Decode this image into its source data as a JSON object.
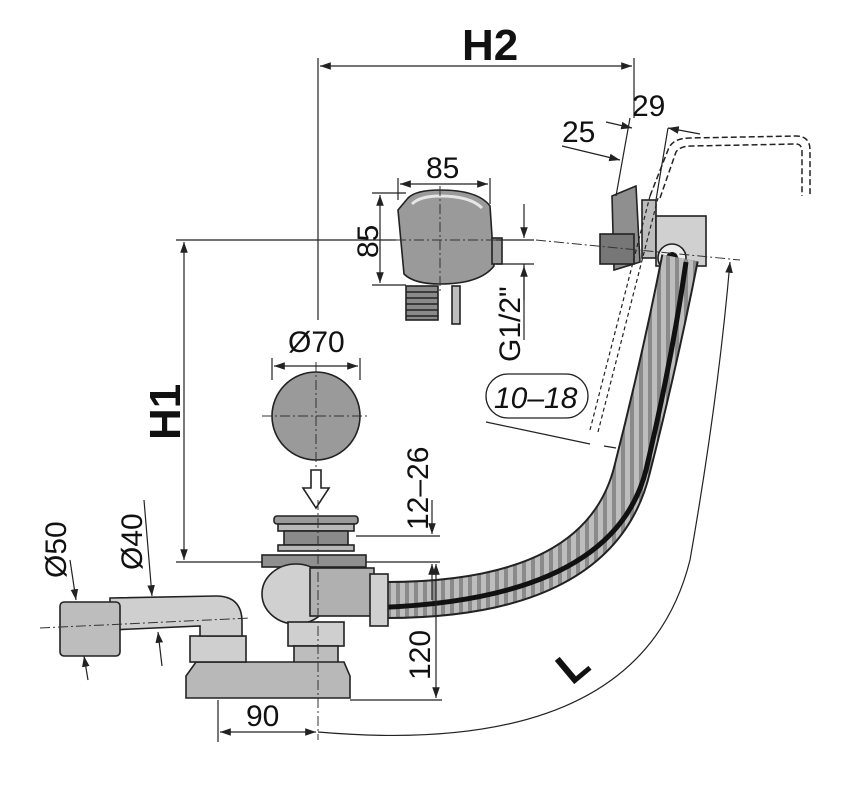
{
  "diagram": {
    "labels": {
      "h2": "H2",
      "h1": "H1",
      "l": "L",
      "d85_width": "85",
      "d85_height": "85",
      "g12": "G1/2\"",
      "d70": "Ø70",
      "d25": "25",
      "d29": "29",
      "d10_18": "10–18",
      "d12_26": "12–26",
      "d50": "Ø50",
      "d40": "Ø40",
      "d120": "120",
      "d90": "90"
    },
    "colors": {
      "line": "#222222",
      "part_fill": "#9a9a9a",
      "part_light": "#c8c8c8",
      "background": "#ffffff"
    }
  }
}
